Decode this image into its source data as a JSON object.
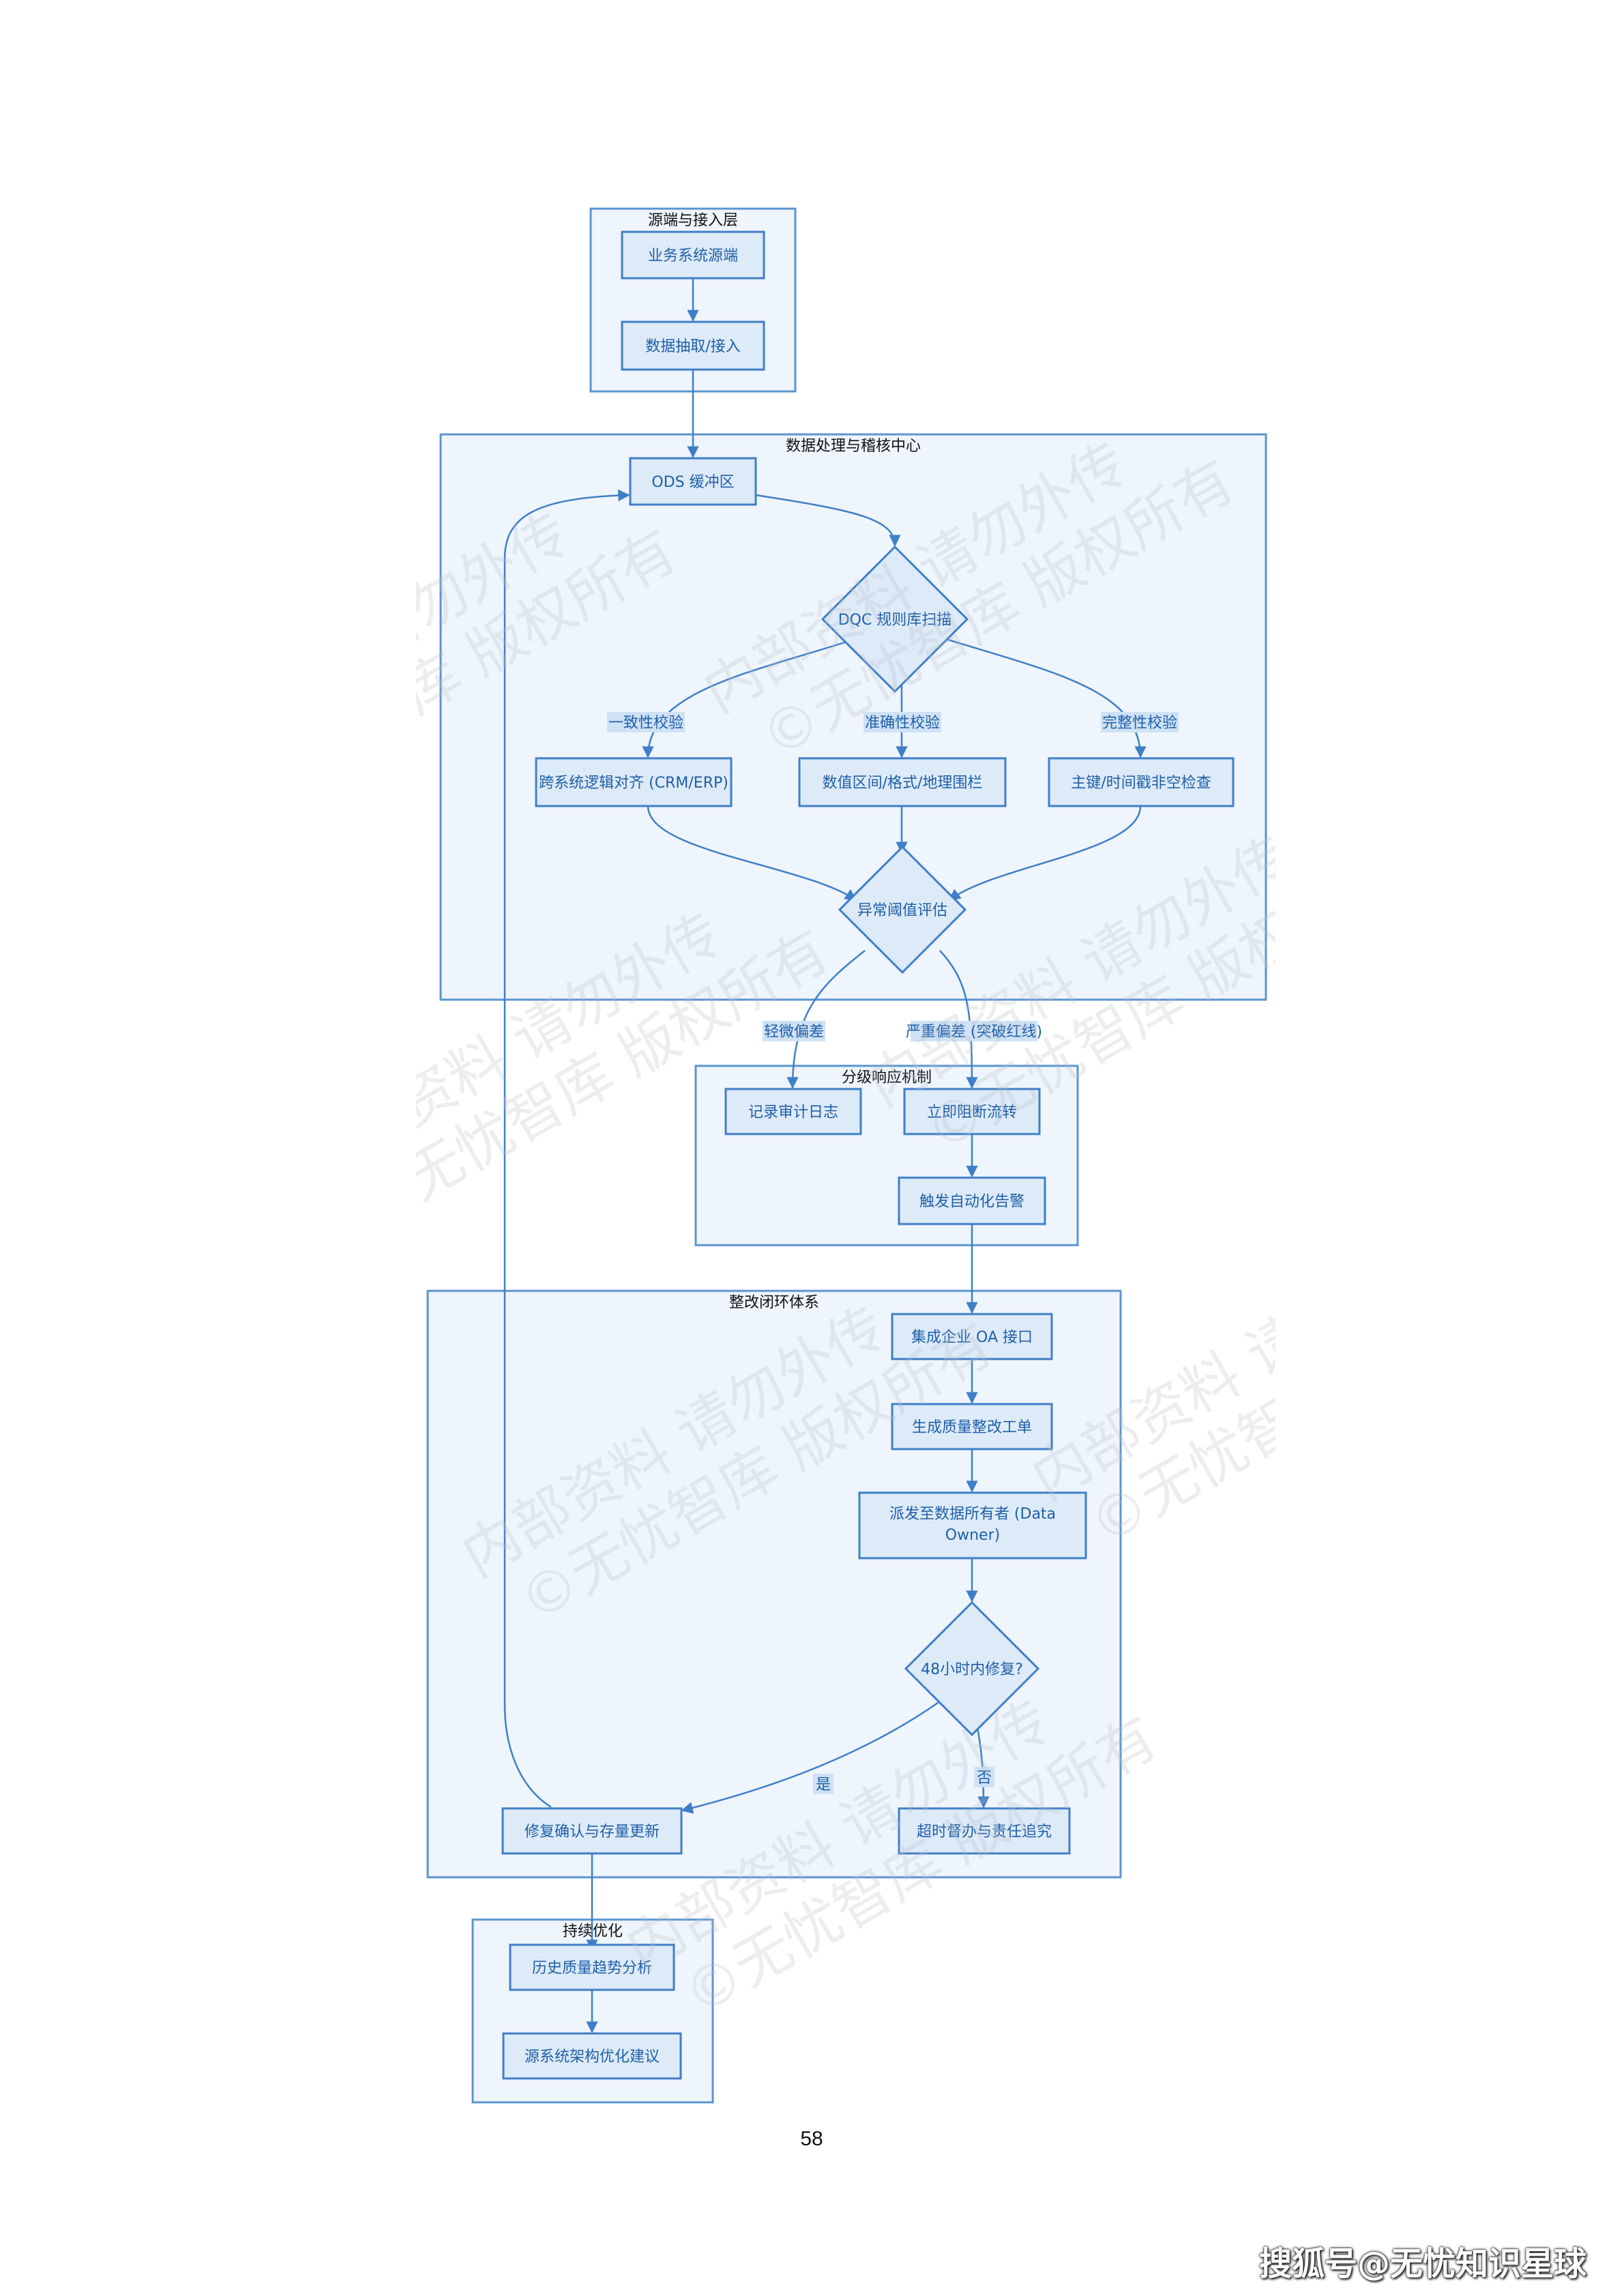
{
  "groups": {
    "g1": "源端与接入层",
    "g2": "数据处理与稽核中心",
    "g3": "分级响应机制",
    "g4": "整改闭环体系",
    "g5": "持续优化"
  },
  "nodes": {
    "n1": "业务系统源端",
    "n2": "数据抽取/接入",
    "n3": "ODS 缓冲区",
    "n4": "DQC 规则库扫描",
    "n5": "跨系统逻辑对齐 (CRM/ERP)",
    "n6": "数值区间/格式/地理围栏",
    "n7": "主键/时间戳非空检查",
    "n8": "异常阈值评估",
    "n9": "记录审计日志",
    "n10": "立即阻断流转",
    "n11": "触发自动化告警",
    "n12": "集成企业 OA 接口",
    "n13": "生成质量整改工单",
    "n14a": "派发至数据所有者 (Data",
    "n14b": "Owner)",
    "n15": "48小时内修复?",
    "n16": "修复确认与存量更新",
    "n17": "超时督办与责任追究",
    "n18": "历史质量趋势分析",
    "n19": "源系统架构优化建议"
  },
  "edge_labels": {
    "e_consistency": "一致性校验",
    "e_accuracy": "准确性校验",
    "e_completeness": "完整性校验",
    "e_minor": "轻微偏差",
    "e_severe": "严重偏差 (突破红线)",
    "e_yes": "是",
    "e_no": "否"
  },
  "watermark": {
    "line1": "内部资料 请勿外传",
    "line2": "©无忧智库 版权所有"
  },
  "page_number": "58",
  "footer_brand": "搜狐号@无忧知识星球"
}
